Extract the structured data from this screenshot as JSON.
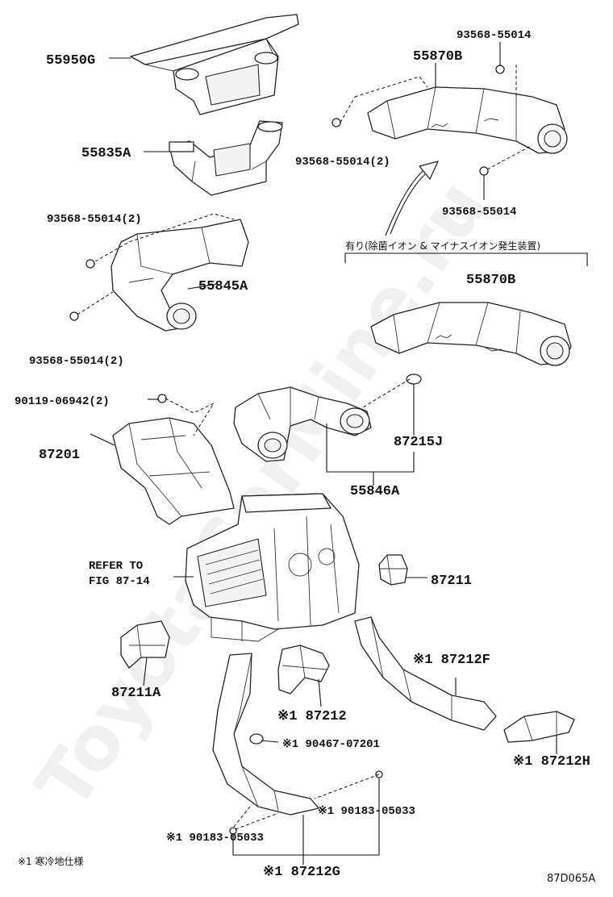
{
  "watermark": "ToyotaCarMine.ru",
  "diagram_code": "87D065A",
  "footnote": "※1 寒冷地仕様",
  "optional_note": "有り(除菌イオン & マイナスイオン発生装置)",
  "refer_line1": "REFER TO",
  "refer_line2": "FIG 87-14",
  "labels": {
    "l55950g": "55950G",
    "l55870b_top": "55870B",
    "l93568_top": "93568-55014",
    "l55835a": "55835A",
    "l93568_mid2": "93568-55014(2)",
    "l93568_right": "93568-55014",
    "l93568_left2": "93568-55014(2)",
    "l55845a": "55845A",
    "l55870b_mid": "55870B",
    "l93568_low2": "93568-55014(2)",
    "l90119": "90119-06942(2)",
    "l87201": "87201",
    "l87215j": "87215J",
    "l55846a": "55846A",
    "l87211": "87211",
    "l87211a": "87211A",
    "l87212f": "※1 87212F",
    "l87212": "※1 87212",
    "l90467": "※1 90467-07201",
    "l87212h": "※1 87212H",
    "l90183_r": "※1 90183-05033",
    "l90183_l": "※1 90183-05033",
    "l87212g": "※1 87212G"
  }
}
